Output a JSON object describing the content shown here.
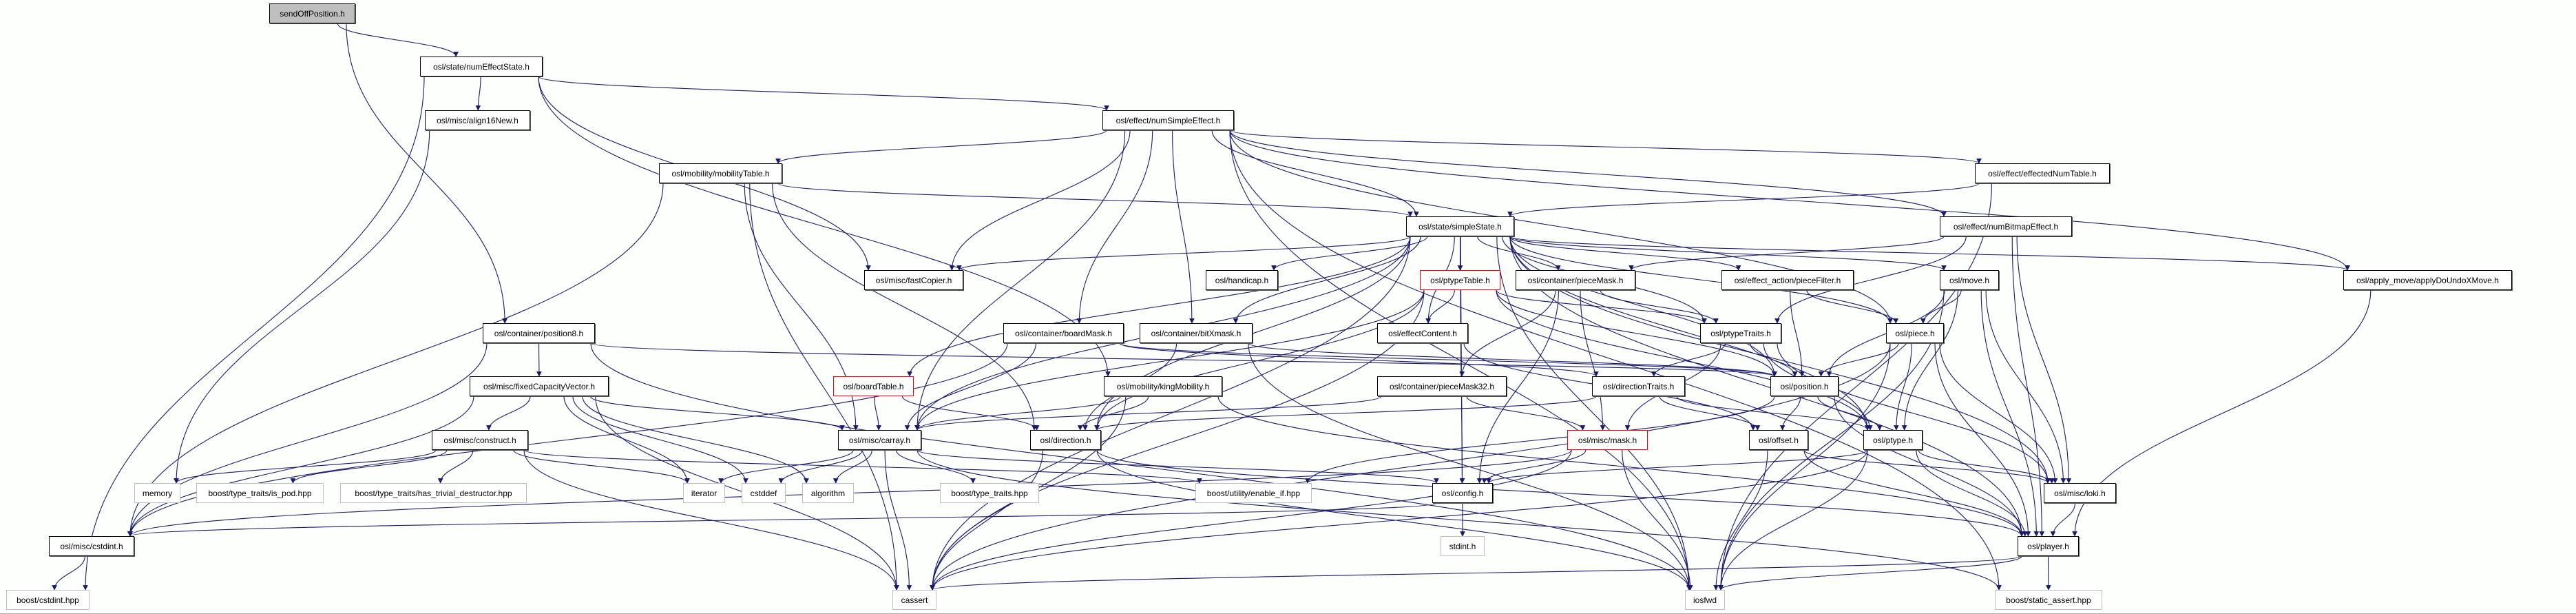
{
  "graph": {
    "title": "sendOffPosition.h",
    "edge_color": "#191970",
    "nodes": [
      {
        "id": "sendOffPosition",
        "label": "sendOffPosition.h",
        "style": "root"
      },
      {
        "id": "numEffectState",
        "label": "osl/state/numEffectState.h",
        "style": "normal"
      },
      {
        "id": "align16New",
        "label": "osl/misc/align16New.h",
        "style": "normal"
      },
      {
        "id": "numSimpleEffect",
        "label": "osl/effect/numSimpleEffect.h",
        "style": "normal"
      },
      {
        "id": "mobilityTable",
        "label": "osl/mobility/mobilityTable.h",
        "style": "normal"
      },
      {
        "id": "effectedNumTable",
        "label": "osl/effect/effectedNumTable.h",
        "style": "normal"
      },
      {
        "id": "simpleState",
        "label": "osl/state/simpleState.h",
        "style": "normal"
      },
      {
        "id": "numBitmapEffect",
        "label": "osl/effect/numBitmapEffect.h",
        "style": "normal"
      },
      {
        "id": "fastCopier",
        "label": "osl/misc/fastCopier.h",
        "style": "normal"
      },
      {
        "id": "handicap",
        "label": "osl/handicap.h",
        "style": "normal"
      },
      {
        "id": "ptypeTable",
        "label": "osl/ptypeTable.h",
        "style": "red"
      },
      {
        "id": "pieceMask",
        "label": "osl/container/pieceMask.h",
        "style": "normal"
      },
      {
        "id": "pieceFilter",
        "label": "osl/effect_action/pieceFilter.h",
        "style": "normal"
      },
      {
        "id": "move",
        "label": "osl/move.h",
        "style": "normal"
      },
      {
        "id": "applyDoUndoXMove",
        "label": "osl/apply_move/applyDoUndoXMove.h",
        "style": "normal"
      },
      {
        "id": "position8",
        "label": "osl/container/position8.h",
        "style": "normal"
      },
      {
        "id": "boardMask",
        "label": "osl/container/boardMask.h",
        "style": "normal"
      },
      {
        "id": "bitXmask",
        "label": "osl/container/bitXmask.h",
        "style": "normal"
      },
      {
        "id": "effectContent",
        "label": "osl/effectContent.h",
        "style": "normal"
      },
      {
        "id": "ptypeTraits",
        "label": "osl/ptypeTraits.h",
        "style": "normal"
      },
      {
        "id": "piece",
        "label": "osl/piece.h",
        "style": "normal"
      },
      {
        "id": "fixedCapacityVector",
        "label": "osl/misc/fixedCapacityVector.h",
        "style": "normal"
      },
      {
        "id": "boardTable",
        "label": "osl/boardTable.h",
        "style": "red"
      },
      {
        "id": "kingMobility",
        "label": "osl/mobility/kingMobility.h",
        "style": "normal"
      },
      {
        "id": "pieceMask32",
        "label": "osl/container/pieceMask32.h",
        "style": "normal"
      },
      {
        "id": "directionTraits",
        "label": "osl/directionTraits.h",
        "style": "normal"
      },
      {
        "id": "position",
        "label": "osl/position.h",
        "style": "normal"
      },
      {
        "id": "construct",
        "label": "osl/misc/construct.h",
        "style": "normal"
      },
      {
        "id": "carray",
        "label": "osl/misc/carray.h",
        "style": "normal"
      },
      {
        "id": "direction",
        "label": "osl/direction.h",
        "style": "normal"
      },
      {
        "id": "mask",
        "label": "osl/misc/mask.h",
        "style": "red"
      },
      {
        "id": "offset",
        "label": "osl/offset.h",
        "style": "normal"
      },
      {
        "id": "ptype",
        "label": "osl/ptype.h",
        "style": "normal"
      },
      {
        "id": "memory",
        "label": "memory",
        "style": "system"
      },
      {
        "id": "is_pod",
        "label": "boost/type_traits/is_pod.hpp",
        "style": "system"
      },
      {
        "id": "has_trivial",
        "label": "boost/type_traits/has_trivial_destructor.hpp",
        "style": "system"
      },
      {
        "id": "iterator",
        "label": "iterator",
        "style": "system"
      },
      {
        "id": "cstddef",
        "label": "cstddef",
        "style": "system"
      },
      {
        "id": "algorithm",
        "label": "algorithm",
        "style": "system"
      },
      {
        "id": "type_traits",
        "label": "boost/type_traits.hpp",
        "style": "system"
      },
      {
        "id": "enable_if",
        "label": "boost/utility/enable_if.hpp",
        "style": "system"
      },
      {
        "id": "config",
        "label": "osl/config.h",
        "style": "normal"
      },
      {
        "id": "loki",
        "label": "osl/misc/loki.h",
        "style": "normal"
      },
      {
        "id": "cstdint_h",
        "label": "osl/misc/cstdint.h",
        "style": "normal"
      },
      {
        "id": "stdint",
        "label": "stdint.h",
        "style": "system"
      },
      {
        "id": "player",
        "label": "osl/player.h",
        "style": "normal"
      },
      {
        "id": "boost_cstdint",
        "label": "boost/cstdint.hpp",
        "style": "system"
      },
      {
        "id": "cassert",
        "label": "cassert",
        "style": "system"
      },
      {
        "id": "iosfwd",
        "label": "iosfwd",
        "style": "system"
      },
      {
        "id": "static_assert",
        "label": "boost/static_assert.hpp",
        "style": "system"
      }
    ],
    "edges": [
      [
        "sendOffPosition",
        "numEffectState"
      ],
      [
        "sendOffPosition",
        "position8"
      ],
      [
        "numEffectState",
        "align16New"
      ],
      [
        "numEffectState",
        "numSimpleEffect"
      ],
      [
        "numEffectState",
        "boost_cstdint"
      ],
      [
        "numEffectState",
        "fastCopier"
      ],
      [
        "numEffectState",
        "kingMobility"
      ],
      [
        "align16New",
        "memory"
      ],
      [
        "numSimpleEffect",
        "mobilityTable"
      ],
      [
        "numSimpleEffect",
        "fastCopier"
      ],
      [
        "numSimpleEffect",
        "simpleState"
      ],
      [
        "numSimpleEffect",
        "boardMask"
      ],
      [
        "numSimpleEffect",
        "bitXmask"
      ],
      [
        "numSimpleEffect",
        "carray"
      ],
      [
        "numSimpleEffect",
        "effectedNumTable"
      ],
      [
        "numSimpleEffect",
        "numBitmapEffect"
      ],
      [
        "numSimpleEffect",
        "applyDoUndoXMove"
      ],
      [
        "numSimpleEffect",
        "iosfwd"
      ],
      [
        "numSimpleEffect",
        "piece"
      ],
      [
        "numSimpleEffect",
        "static_assert"
      ],
      [
        "mobilityTable",
        "simpleState"
      ],
      [
        "mobilityTable",
        "carray"
      ],
      [
        "mobilityTable",
        "direction"
      ],
      [
        "mobilityTable",
        "cassert"
      ],
      [
        "mobilityTable",
        "cstdint_h"
      ],
      [
        "effectedNumTable",
        "simpleState"
      ],
      [
        "effectedNumTable",
        "iosfwd"
      ],
      [
        "numBitmapEffect",
        "pieceMask"
      ],
      [
        "numBitmapEffect",
        "ptypeTraits"
      ],
      [
        "numBitmapEffect",
        "player"
      ],
      [
        "numBitmapEffect",
        "loki"
      ],
      [
        "simpleState",
        "fastCopier"
      ],
      [
        "simpleState",
        "handicap"
      ],
      [
        "simpleState",
        "ptypeTable"
      ],
      [
        "simpleState",
        "pieceMask"
      ],
      [
        "simpleState",
        "pieceFilter"
      ],
      [
        "simpleState",
        "move"
      ],
      [
        "simpleState",
        "applyDoUndoXMove"
      ],
      [
        "simpleState",
        "boardTable"
      ],
      [
        "simpleState",
        "carray"
      ],
      [
        "simpleState",
        "direction"
      ],
      [
        "simpleState",
        "effectContent"
      ],
      [
        "simpleState",
        "bitXmask"
      ],
      [
        "simpleState",
        "config"
      ],
      [
        "simpleState",
        "piece"
      ],
      [
        "simpleState",
        "ptype"
      ],
      [
        "simpleState",
        "player"
      ],
      [
        "simpleState",
        "iosfwd"
      ],
      [
        "simpleState",
        "cassert"
      ],
      [
        "simpleState",
        "loki"
      ],
      [
        "simpleState",
        "position"
      ],
      [
        "simpleState",
        "ptypeTraits"
      ],
      [
        "ptypeTable",
        "carray"
      ],
      [
        "ptypeTable",
        "effectContent"
      ],
      [
        "ptypeTable",
        "ptypeTraits"
      ],
      [
        "ptypeTable",
        "direction"
      ],
      [
        "ptypeTable",
        "position"
      ],
      [
        "ptypeTable",
        "ptype"
      ],
      [
        "ptypeTable",
        "config"
      ],
      [
        "ptypeTable",
        "cassert"
      ],
      [
        "pieceMask",
        "pieceMask32"
      ],
      [
        "pieceMask",
        "config"
      ],
      [
        "pieceMask",
        "mask"
      ],
      [
        "pieceMask",
        "ptypeTraits"
      ],
      [
        "pieceFilter",
        "position"
      ],
      [
        "pieceFilter",
        "piece"
      ],
      [
        "move",
        "piece"
      ],
      [
        "move",
        "ptype"
      ],
      [
        "move",
        "position"
      ],
      [
        "move",
        "player"
      ],
      [
        "move",
        "loki"
      ],
      [
        "move",
        "iosfwd"
      ],
      [
        "applyDoUndoXMove",
        "player"
      ],
      [
        "position8",
        "fixedCapacityVector"
      ],
      [
        "position8",
        "cstdint_h"
      ],
      [
        "position8",
        "position"
      ],
      [
        "position8",
        "iosfwd"
      ],
      [
        "boardMask",
        "carray"
      ],
      [
        "boardMask",
        "position"
      ],
      [
        "boardMask",
        "cstdint_h"
      ],
      [
        "boardMask",
        "directionTraits"
      ],
      [
        "bitXmask",
        "direction"
      ],
      [
        "bitXmask",
        "iosfwd"
      ],
      [
        "bitXmask",
        "position"
      ],
      [
        "effectContent",
        "offset"
      ],
      [
        "ptypeTraits",
        "directionTraits"
      ],
      [
        "ptypeTraits",
        "position"
      ],
      [
        "ptypeTraits",
        "mask"
      ],
      [
        "ptypeTraits",
        "ptype"
      ],
      [
        "ptypeTraits",
        "loki"
      ],
      [
        "piece",
        "position"
      ],
      [
        "piece",
        "ptype"
      ],
      [
        "piece",
        "player"
      ],
      [
        "piece",
        "iosfwd"
      ],
      [
        "piece",
        "loki"
      ],
      [
        "piece",
        "cassert"
      ],
      [
        "fixedCapacityVector",
        "construct"
      ],
      [
        "fixedCapacityVector",
        "cstdint_h"
      ],
      [
        "fixedCapacityVector",
        "carray"
      ],
      [
        "fixedCapacityVector",
        "cassert"
      ],
      [
        "fixedCapacityVector",
        "iterator"
      ],
      [
        "fixedCapacityVector",
        "cstddef"
      ],
      [
        "fixedCapacityVector",
        "algorithm"
      ],
      [
        "construct",
        "memory"
      ],
      [
        "construct",
        "is_pod"
      ],
      [
        "construct",
        "has_trivial"
      ],
      [
        "construct",
        "iterator"
      ],
      [
        "construct",
        "cassert"
      ],
      [
        "construct",
        "enable_if"
      ],
      [
        "boardTable",
        "carray"
      ],
      [
        "boardTable",
        "direction"
      ],
      [
        "kingMobility",
        "carray"
      ],
      [
        "kingMobility",
        "direction"
      ],
      [
        "kingMobility",
        "cassert"
      ],
      [
        "kingMobility",
        "player"
      ],
      [
        "pieceMask32",
        "mask"
      ],
      [
        "pieceMask32",
        "carray"
      ],
      [
        "directionTraits",
        "offset"
      ],
      [
        "directionTraits",
        "ptype"
      ],
      [
        "directionTraits",
        "direction"
      ],
      [
        "position",
        "offset"
      ],
      [
        "position",
        "ptype"
      ],
      [
        "position",
        "enable_if"
      ],
      [
        "position",
        "player"
      ],
      [
        "mask",
        "config"
      ],
      [
        "mask",
        "cassert"
      ],
      [
        "mask",
        "iosfwd"
      ],
      [
        "mask",
        "cstdint_h"
      ],
      [
        "offset",
        "iosfwd"
      ],
      [
        "offset",
        "player"
      ],
      [
        "offset",
        "loki"
      ],
      [
        "ptype",
        "player"
      ],
      [
        "ptype",
        "config"
      ],
      [
        "ptype",
        "iosfwd"
      ],
      [
        "ptype",
        "loki"
      ],
      [
        "ptype",
        "cassert"
      ],
      [
        "carray",
        "iterator"
      ],
      [
        "carray",
        "cstddef"
      ],
      [
        "carray",
        "algorithm"
      ],
      [
        "carray",
        "type_traits"
      ],
      [
        "carray",
        "cassert"
      ],
      [
        "carray",
        "config"
      ],
      [
        "carray",
        "static_assert"
      ],
      [
        "direction",
        "cassert"
      ],
      [
        "direction",
        "iosfwd"
      ],
      [
        "direction",
        "player"
      ],
      [
        "config",
        "stdint"
      ],
      [
        "config",
        "cstdint_h"
      ],
      [
        "loki",
        "player"
      ],
      [
        "player",
        "static_assert"
      ],
      [
        "player",
        "cassert"
      ],
      [
        "player",
        "iosfwd"
      ],
      [
        "cstdint_h",
        "boost_cstdint"
      ]
    ]
  }
}
